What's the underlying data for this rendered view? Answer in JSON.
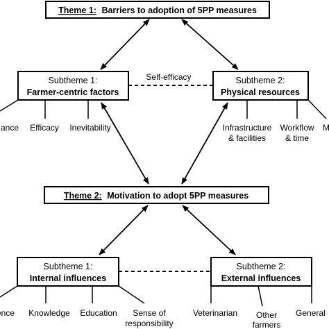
{
  "theme1": {
    "label": "Theme 1:",
    "text": "Barriers to adoption of 5PP measures"
  },
  "theme2": {
    "label": "Theme 2:",
    "text": "Motivation to adopt 5PP measures"
  },
  "t1_sub1": {
    "line1": "Subtheme 1:",
    "line2": "Farmer-centric factors",
    "leaves": [
      {
        "lines": [
          "ance"
        ]
      },
      {
        "lines": [
          "Efficacy"
        ]
      },
      {
        "lines": [
          "Inevitability"
        ]
      }
    ]
  },
  "t1_sub2": {
    "line1": "Subtheme 2:",
    "line2": "Physical resources",
    "leaves": [
      {
        "lines": [
          "Infrastructure",
          "& facilities"
        ]
      },
      {
        "lines": [
          "Workflow",
          "& time"
        ]
      },
      {
        "lines": [
          "M"
        ]
      }
    ]
  },
  "t1_link": "Self-efficacy",
  "t2_sub1": {
    "line1": "Subtheme 1:",
    "line2": "Internal influences",
    "leaves": [
      {
        "lines": [
          "ence"
        ]
      },
      {
        "lines": [
          "Knowledge"
        ]
      },
      {
        "lines": [
          "Education"
        ]
      },
      {
        "lines": [
          "Sense of",
          "responsibility"
        ]
      }
    ]
  },
  "t2_sub2": {
    "line1": "Subtheme 2:",
    "line2": "External influences",
    "leaves": [
      {
        "lines": [
          "Veterinarian"
        ]
      },
      {
        "lines": [
          "Other",
          "farmers"
        ]
      },
      {
        "lines": [
          "General"
        ]
      }
    ]
  },
  "colors": {
    "line": "#000000",
    "background": "#ffffff"
  }
}
